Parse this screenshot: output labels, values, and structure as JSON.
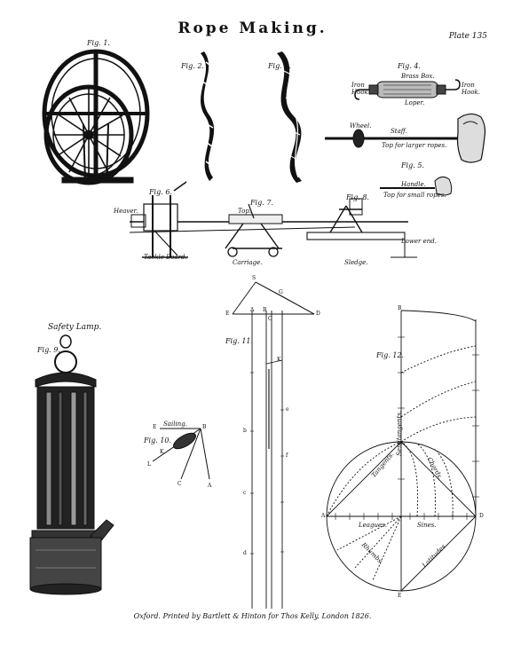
{
  "header": {
    "title": "Rope Making.",
    "plate": "Plate 135"
  },
  "figures": {
    "fig1": "Fig. 1.",
    "fig2": "Fig. 2.",
    "fig3": "Fig. 3.",
    "fig4": "Fig. 4.",
    "fig5": "Fig. 5.",
    "fig6": "Fig. 6.",
    "fig7": "Fig. 7.",
    "fig8": "Fig. 8.",
    "fig9": "Fig. 9.",
    "fig10": "Fig. 10.",
    "fig11": "Fig. 11.",
    "fig12": "Fig. 12."
  },
  "labels": {
    "brass_box": "Brass Box.",
    "iron_hook_left": "Iron Hook.",
    "iron_hook_right": "Iron Hook.",
    "loper": "Loper.",
    "wheel": "Wheel.",
    "staff": "Staff.",
    "top_larger": "Top for larger ropes.",
    "handle": "Handle.",
    "top_small": "Top for small ropes.",
    "heaver": "Heaver.",
    "tackle_board": "Tackle Board.",
    "top": "Top.",
    "carriage": "Carriage.",
    "sledge": "Sledge.",
    "lower_end": "Lower end.",
    "safety_lamp": "Safety Lamp.",
    "sailing": "Sailing.",
    "semitangents": "Semitangents.",
    "tangents": "Tangents.",
    "chords": "Chords.",
    "leagues": "Leagues.",
    "sines": "Sines.",
    "rhumbs": "Rhumbs.",
    "latitudes": "Latitudes."
  },
  "letters": {
    "fig10": [
      "E",
      "B",
      "K",
      "L",
      "C",
      "A"
    ],
    "fig11": [
      "S",
      "G",
      "E",
      "A",
      "B",
      "C",
      "D",
      "K",
      "b",
      "c",
      "d",
      "e",
      "f"
    ],
    "fig12": [
      "A",
      "B",
      "D",
      "E"
    ]
  },
  "footer": {
    "imprint": "Oxford. Printed by Bartlett & Hinton for Thos Kelly. London 1826."
  }
}
